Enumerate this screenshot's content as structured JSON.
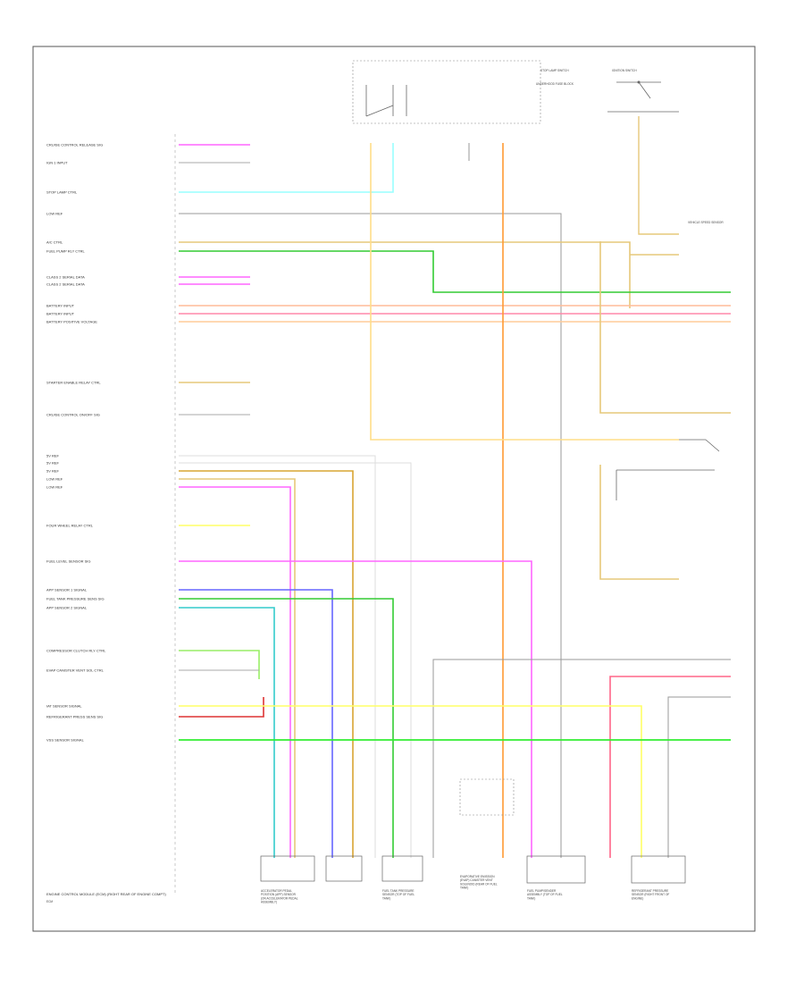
{
  "colors": {
    "pink": "#ff66ff",
    "cyan": "#33cccc",
    "lightcyan": "#99ffff",
    "orange": "#ff9933",
    "yellow": "#ffff66",
    "tan": "#e6c87a",
    "gold": "#d9a533",
    "green": "#33cc33",
    "lightgreen": "#99ee66",
    "blue": "#6666ff",
    "red": "#dd3333",
    "gray": "#999999",
    "lightgray": "#cccccc"
  },
  "ecm": {
    "left_labels": [
      "CRUISE CONTROL RELEASE SIG",
      "IGN 1 INPUT",
      "STOP LAMP CTRL",
      "LOW REF",
      "A/C CTRL",
      "FUEL PUMP RLY CTRL",
      "CLASS 2 SERIAL DATA",
      "CLASS 2 SERIAL DATA",
      "BATTERY INPUT",
      "BATTERY INPUT",
      "BATTERY POSITIVE VOLTAGE",
      "STARTER ENABLE RELAY CTRL",
      "CRUISE CONTROL ON/OFF SIG",
      "5V REF",
      "5V REF",
      "5V REF",
      "LOW REF",
      "LOW REF",
      "FOUR WHEEL RELAY CTRL",
      "FUEL LEVEL SENSOR SIG",
      "APP SENSOR 1 SIGNAL",
      "FUEL TANK PRESSURE SENS SIG",
      "APP SENSOR 2 SIGNAL",
      "COMPRESSOR CLUTCH RLY CTRL",
      "EVAP CANISTER VENT SOL CTRL",
      "IAT SENSOR SIGNAL",
      "REFRIGERANT PRESS SENS SIG",
      "VSS SENSOR SIGNAL"
    ],
    "bottom_label": "ENGINE CONTROL MODULE (ECM) (RIGHT REAR OF ENGINE COMPT)"
  },
  "components": [
    "ACCELERATOR PEDAL POSITION (APP) SENSOR (ON ACCELERATOR PEDAL ASSEMBLY)",
    "FUEL TANK PRESSURE SENSOR (TOP OF FUEL TANK)",
    "EVAPORATIVE EMISSION (EVAP) CANISTER VENT SOLENOID (REAR OF FUEL TANK)",
    "FUEL PUMP/SENDER ASSEMBLY (TOP OF FUEL TANK)",
    "REFRIGERANT PRESSURE SENSOR (RIGHT FRONT OF ENGINE)",
    "STOP LAMP SWITCH",
    "IGNITION SWITCH",
    "UNDERHOOD FUSE BLOCK",
    "VEHICLE SPEED SENSOR",
    "ECM"
  ]
}
